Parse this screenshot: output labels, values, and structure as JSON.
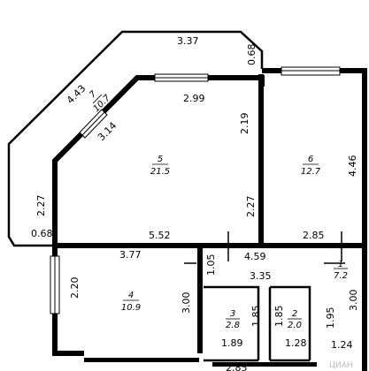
{
  "rooms": [
    {
      "id": "room-7",
      "number": "7",
      "area": "10.7"
    },
    {
      "id": "room-5",
      "number": "5",
      "area": "21.5"
    },
    {
      "id": "room-6",
      "number": "6",
      "area": "12.7"
    },
    {
      "id": "room-4",
      "number": "4",
      "area": "10.9"
    },
    {
      "id": "room-1",
      "number": "1",
      "area": "7.2"
    },
    {
      "id": "room-3",
      "number": "3",
      "area": "2.8"
    },
    {
      "id": "room-2",
      "number": "2",
      "area": "2.0"
    }
  ],
  "dimensions": {
    "d337": "3.37",
    "d068_top": "0.68",
    "d443": "4.43",
    "d299": "2.99",
    "d314": "3.14",
    "d219": "2.19",
    "d446": "4.46",
    "d227_left": "2.27",
    "d227_mid": "2.27",
    "d068_left": "0.68",
    "d552": "5.52",
    "d285_right": "2.85",
    "d377": "3.77",
    "d105": "1.05",
    "d459": "4.59",
    "d220": "2.20",
    "d300_left": "3.00",
    "d335": "3.35",
    "d300_right": "3.00",
    "d185_a": "1.85",
    "d185_b": "1.85",
    "d195": "1.95",
    "d189": "1.89",
    "d128": "1.28",
    "d124": "1.24",
    "d285_bottom": "2.85"
  },
  "watermark": "ЦИАН"
}
